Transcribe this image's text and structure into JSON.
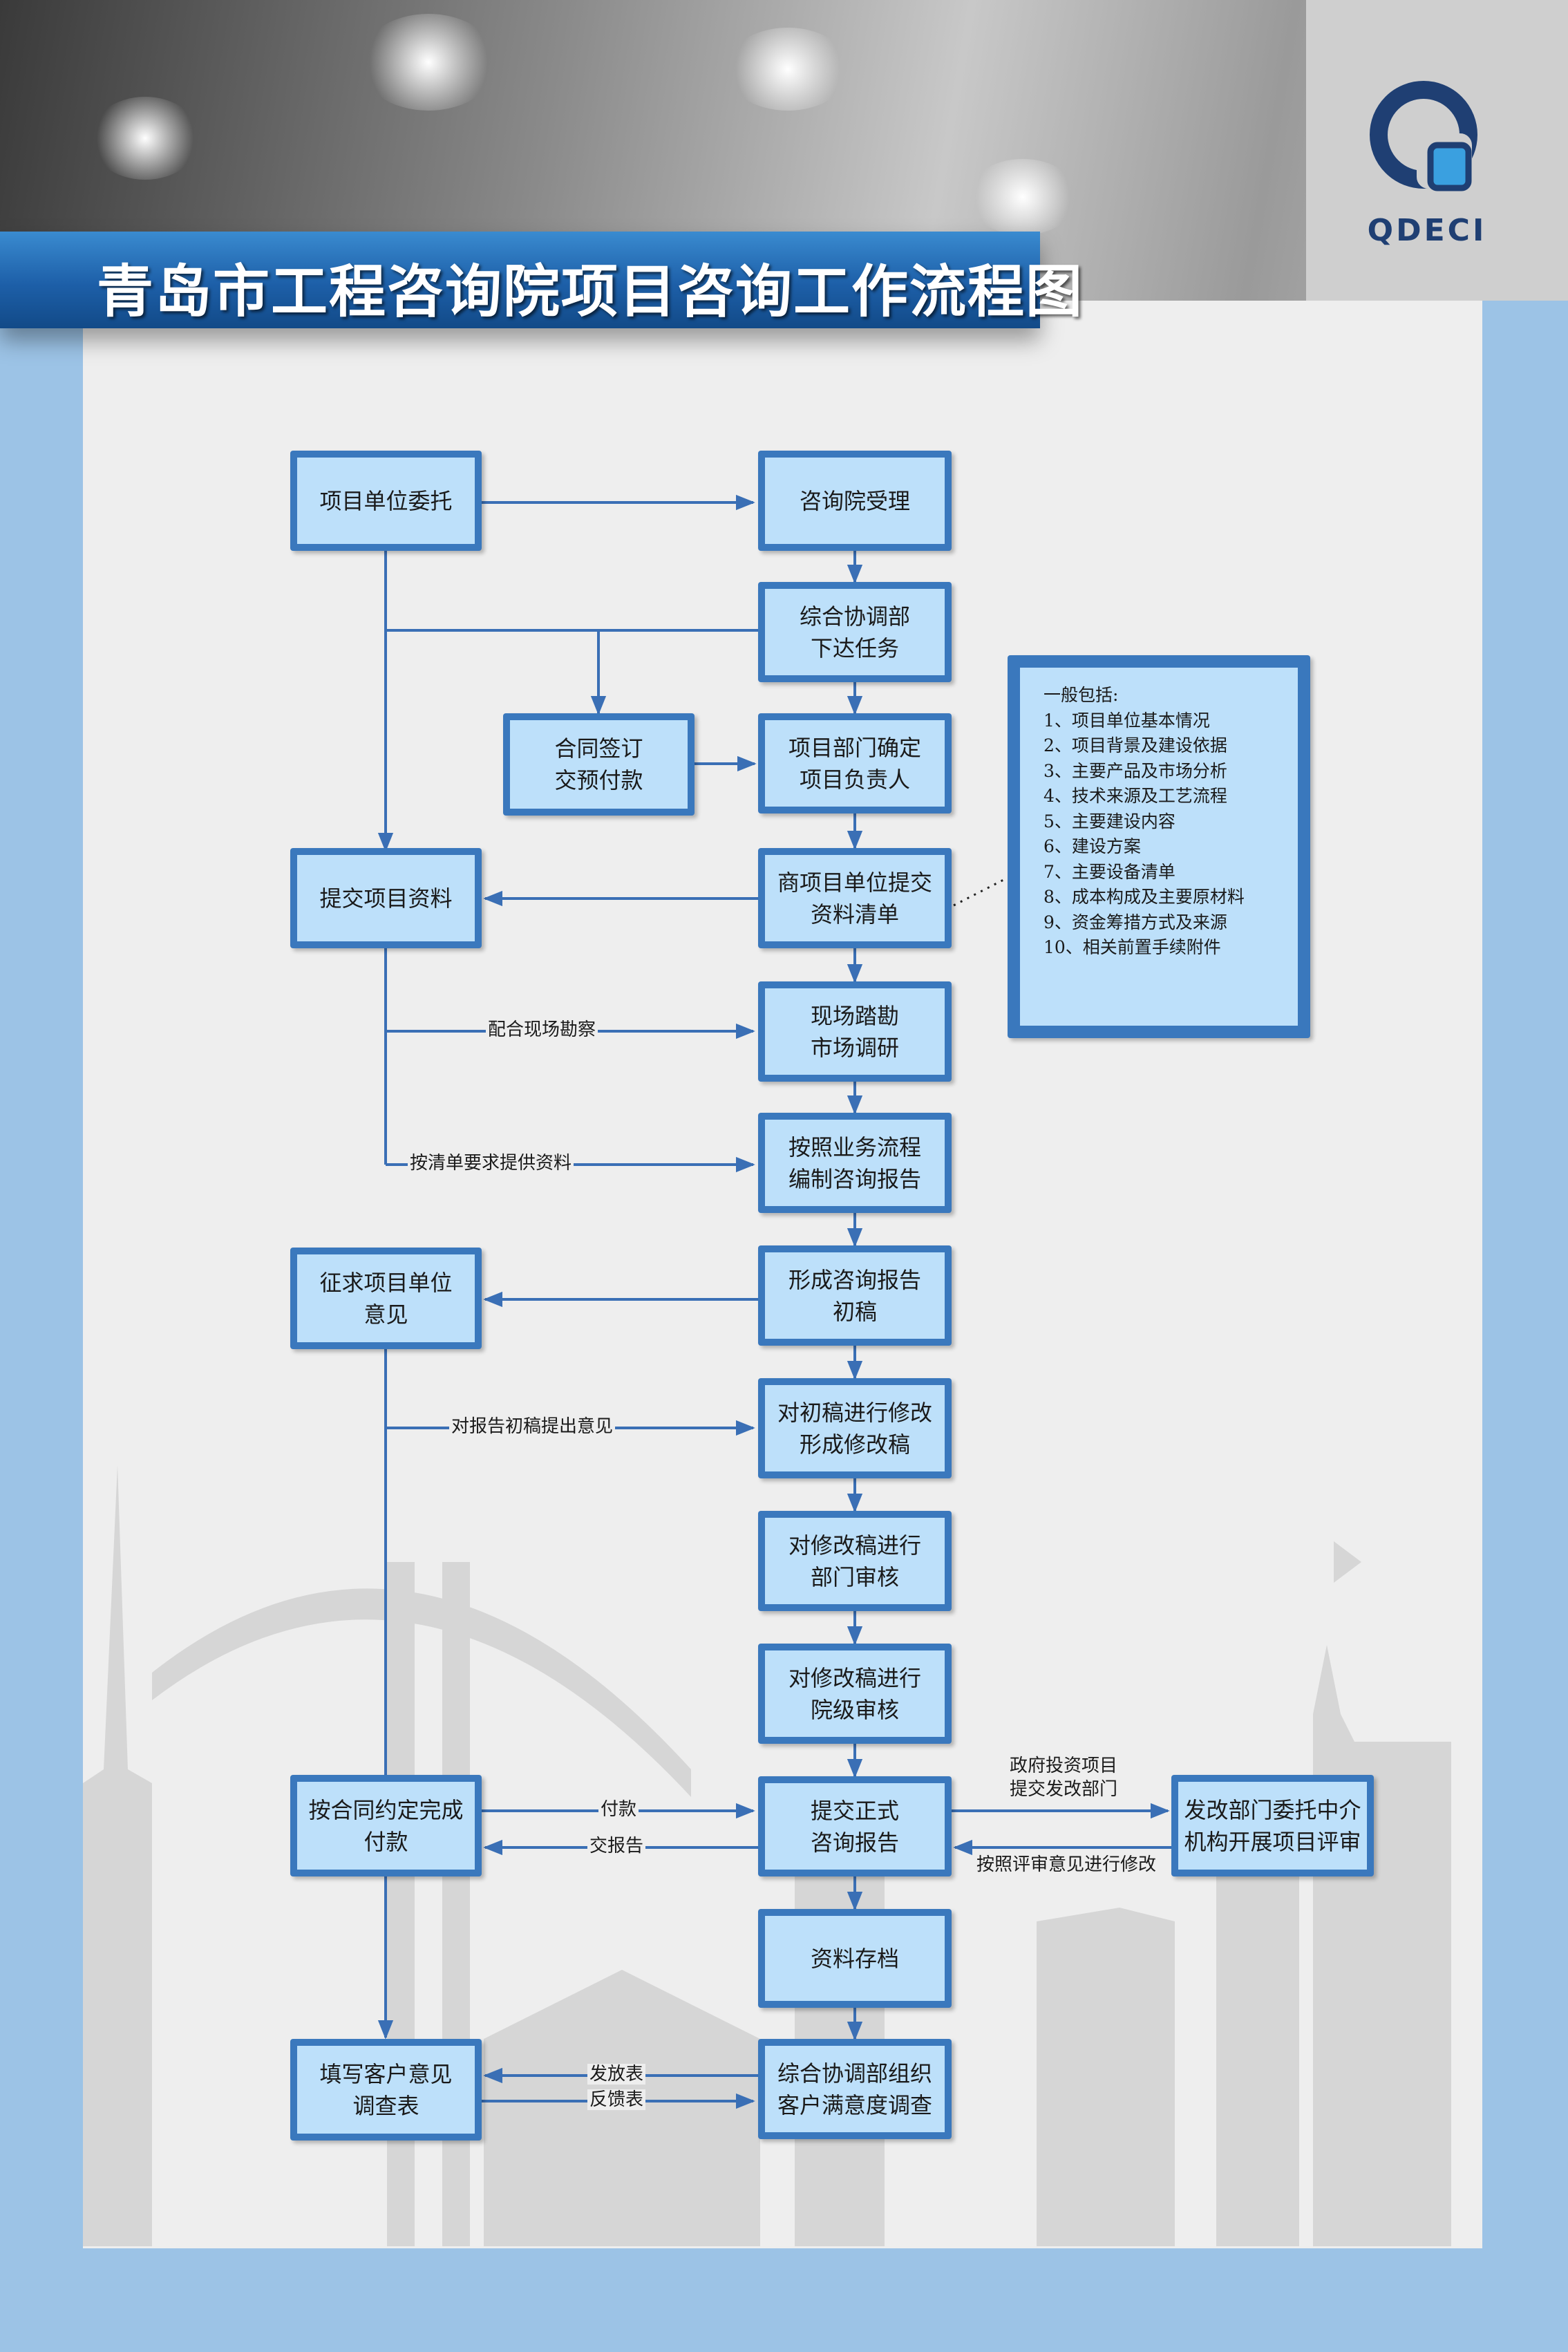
{
  "title": "青岛市工程咨询院项目咨询工作流程图",
  "logo": {
    "text": "QDECI"
  },
  "colors": {
    "box_border": "#3a78bd",
    "box_fill": "#bde0fa",
    "title_bar": "#1d5fa8",
    "background": "#9cc3e6",
    "arrow": "#3a6fb5"
  },
  "boxes": {
    "client_entrust": [
      "项目单位委托"
    ],
    "institute_accept": [
      "咨询院受理"
    ],
    "coord_assign": [
      "综合协调部",
      "下达任务"
    ],
    "contract_sign": [
      "合同签订",
      "交预付款"
    ],
    "dept_lead": [
      "项目部门确定",
      "项目负责人"
    ],
    "submit_materials": [
      "提交项目资料"
    ],
    "material_list": [
      "商项目单位提交",
      "资料清单"
    ],
    "site_survey": [
      "现场踏勘",
      "市场调研"
    ],
    "compile_report": [
      "按照业务流程",
      "编制咨询报告"
    ],
    "solicit_opinion": [
      "征求项目单位",
      "意见"
    ],
    "draft_report": [
      "形成咨询报告",
      "初稿"
    ],
    "revise_draft": [
      "对初稿进行修改",
      "形成修改稿"
    ],
    "dept_review": [
      "对修改稿进行",
      "部门审核"
    ],
    "institute_review": [
      "对修改稿进行",
      "院级审核"
    ],
    "contract_payment": [
      "按合同约定完成",
      "付款"
    ],
    "formal_report": [
      "提交正式",
      "咨询报告"
    ],
    "ndrc_review": [
      "发改部门委托中介",
      "机构开展项目评审"
    ],
    "archive": [
      "资料存档"
    ],
    "fill_survey": [
      "填写客户意见",
      "调查表"
    ],
    "satisfaction_survey": [
      "综合协调部组织",
      "客户满意度调查"
    ]
  },
  "edge_labels": {
    "cooperate_survey": "配合现场勘察",
    "provide_by_list": "按清单要求提供资料",
    "draft_feedback": "对报告初稿提出意见",
    "payment": "付款",
    "deliver_report": "交报告",
    "gov_project_1": "政府投资项目",
    "gov_project_2": "提交发改部门",
    "revise_by_review": "按照评审意见进行修改",
    "send_form": "发放表",
    "feedback_form": "反馈表"
  },
  "note": {
    "heading": "一般包括:",
    "items": [
      "1、项目单位基本情况",
      "2、项目背景及建设依据",
      "3、主要产品及市场分析",
      "4、技术来源及工艺流程",
      "5、主要建设内容",
      "6、建设方案",
      "7、主要设备清单",
      "8、成本构成及主要原材料",
      "9、资金筹措方式及来源",
      "10、相关前置手续附件"
    ]
  }
}
